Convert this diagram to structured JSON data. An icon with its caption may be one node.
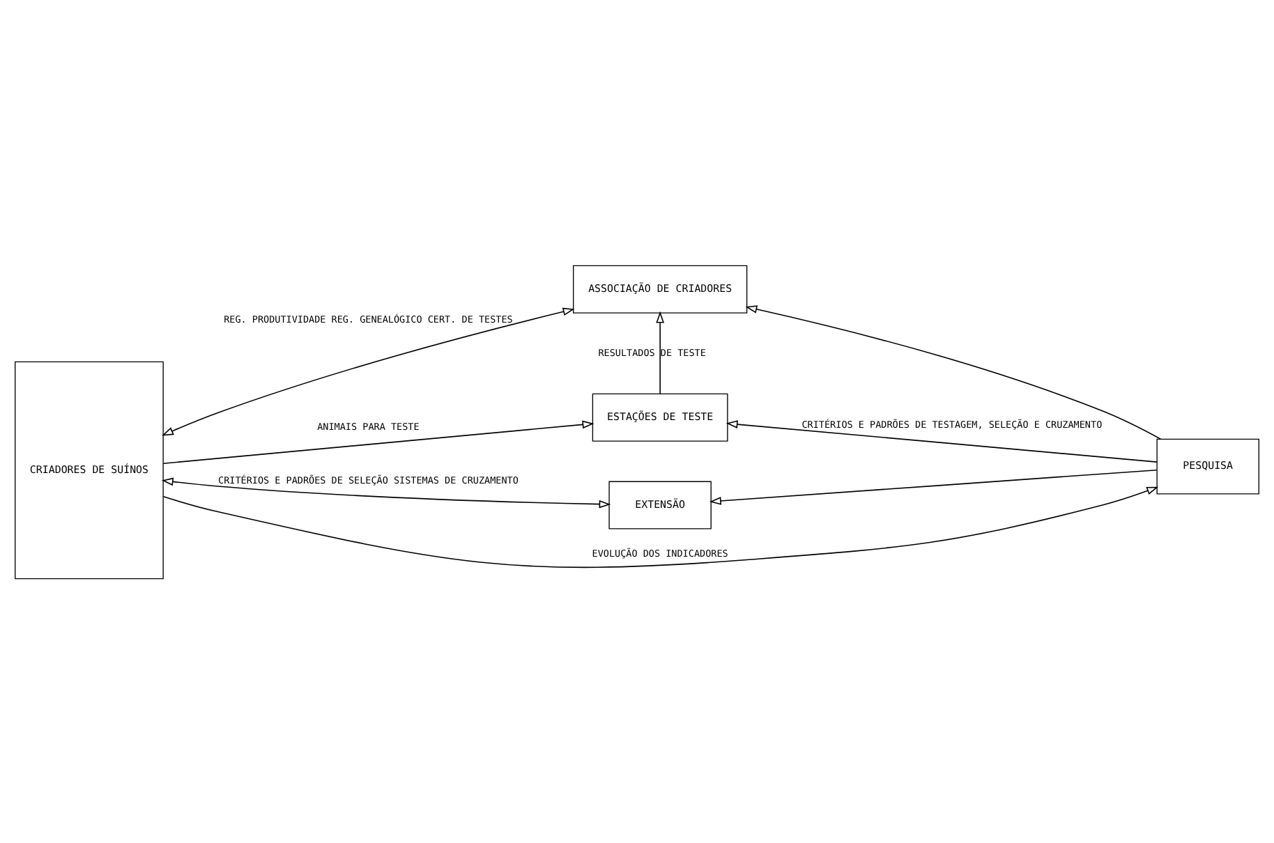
{
  "diagram": {
    "nodes": [
      {
        "text": [
          "CRIADORES DE SUÍNOS"
        ]
      },
      {
        "text": [
          "ASSOCIAÇÃO DE CRIADORES"
        ]
      },
      {
        "text": [
          "ESTAÇÕES DE TESTE"
        ]
      },
      {
        "text": [
          "EXTENSÃO"
        ]
      },
      {
        "text": [
          "PESQUISA"
        ]
      }
    ],
    "edges": [
      {
        "from": 0,
        "to": 1,
        "arrow": "both",
        "label": "REG. PRODUTIVIDADE REG. GENEALÓGICO CERT. DE TESTES"
      },
      {
        "from": 0,
        "to": 2,
        "arrow": "to",
        "label": "ANIMAIS PARA TESTE"
      },
      {
        "from": 2,
        "to": 1,
        "arrow": "to",
        "label": "RESULTADOS DE TESTE"
      },
      {
        "from": 4,
        "to": 1,
        "arrow": "to"
      },
      {
        "from": 4,
        "to": 2,
        "arrow": "to",
        "label": "CRITÉRIOS E PADRÕES DE TESTAGEM, SELEÇÃO E CRUZAMENTO"
      },
      {
        "from": 4,
        "to": 3,
        "arrow": "to"
      },
      {
        "from": 0,
        "to": 3,
        "arrow": "both",
        "label": "CRITÉRIOS E PADRÕES DE SELEÇÃO SISTEMAS DE CRUZAMENTO"
      },
      {
        "from": 0,
        "to": 4,
        "arrow": "to",
        "label": "EVOLUÇÃO DOS INDICADORES"
      }
    ]
  }
}
